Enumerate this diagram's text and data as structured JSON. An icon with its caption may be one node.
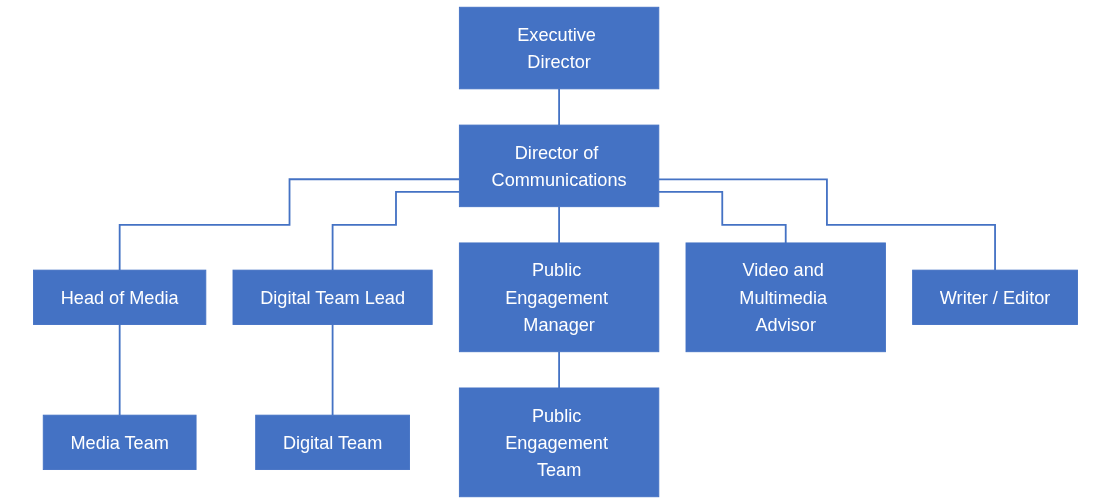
{
  "diagram": {
    "nodes": [
      {
        "text": [
          "Executive Director"
        ]
      },
      {
        "text": [
          "Director of Communications"
        ]
      },
      {
        "text": [
          "Head of Media"
        ]
      },
      {
        "text": [
          "Digital Team Lead"
        ]
      },
      {
        "text": [
          "Public Engagement Manager"
        ]
      },
      {
        "text": [
          "Video and Multimedia Advisor"
        ]
      },
      {
        "text": [
          "Writer / Editor"
        ]
      },
      {
        "text": [
          "Media Team"
        ]
      },
      {
        "text": [
          "Digital Team"
        ]
      },
      {
        "text": [
          "Public Engagement Team"
        ]
      }
    ],
    "edges": [
      {
        "from": 0,
        "to": 1,
        "arrow": "none"
      },
      {
        "from": 1,
        "to": 2,
        "arrow": "none"
      },
      {
        "from": 1,
        "to": 3,
        "arrow": "none"
      },
      {
        "from": 1,
        "to": 4,
        "arrow": "none"
      },
      {
        "from": 1,
        "to": 5,
        "arrow": "none"
      },
      {
        "from": 1,
        "to": 6,
        "arrow": "none"
      },
      {
        "from": 2,
        "to": 7,
        "arrow": "none"
      },
      {
        "from": 3,
        "to": 8,
        "arrow": "none"
      },
      {
        "from": 4,
        "to": 9,
        "arrow": "none"
      }
    ]
  }
}
